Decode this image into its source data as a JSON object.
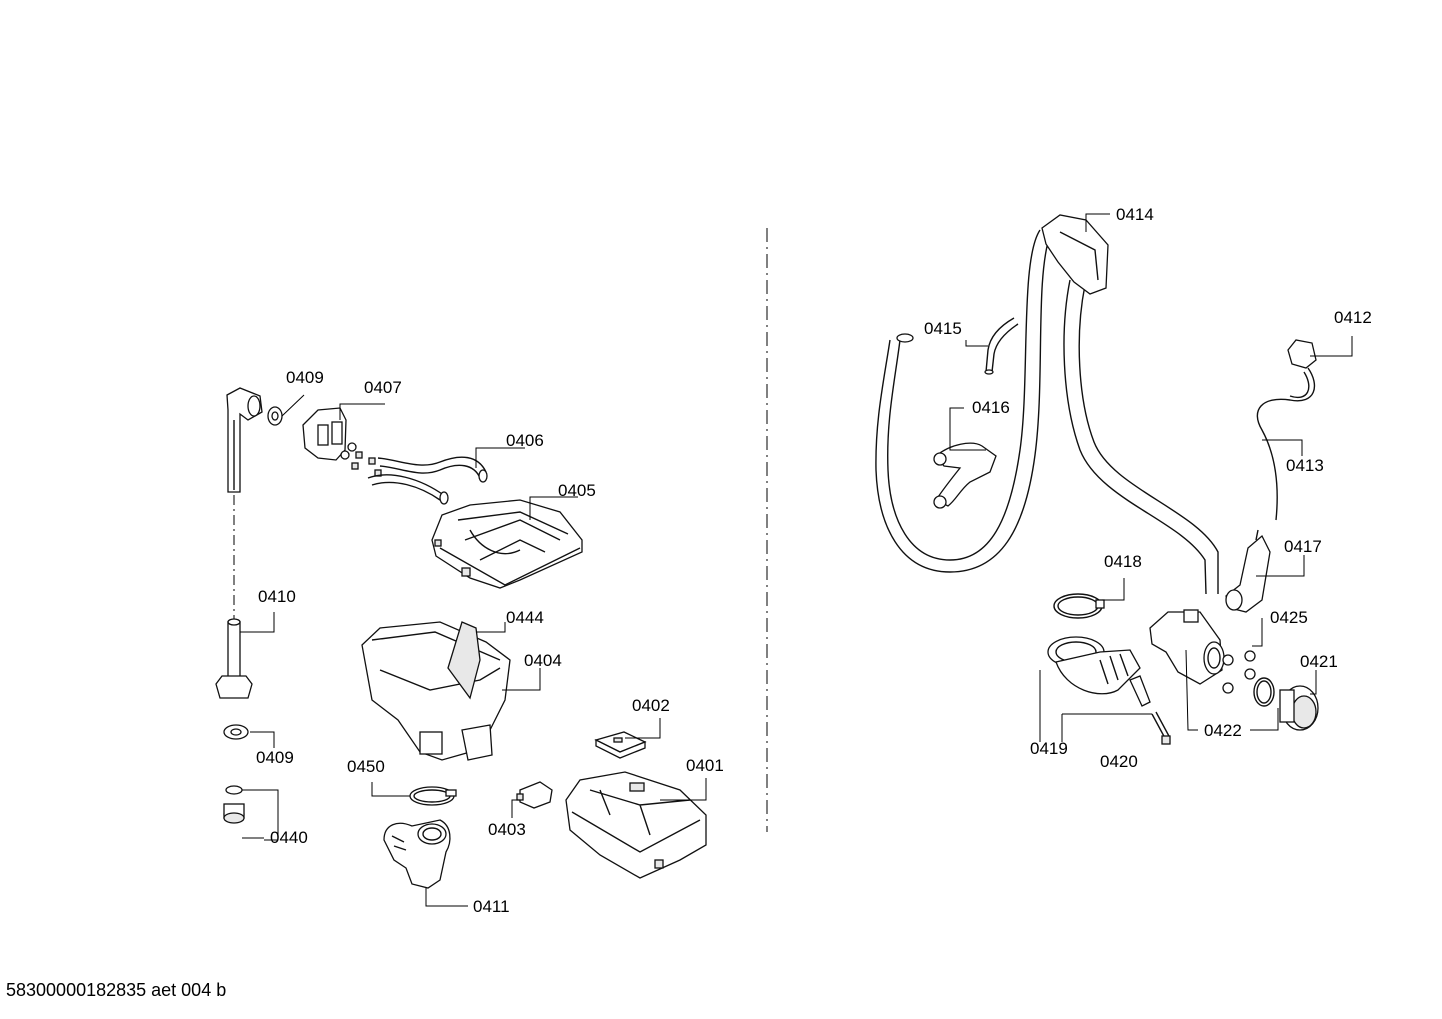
{
  "labels": {
    "l0409a": "0409",
    "l0407": "0407",
    "l0406": "0406",
    "l0405": "0405",
    "l0410": "0410",
    "l0444": "0444",
    "l0404": "0404",
    "l0409b": "0409",
    "l0402": "0402",
    "l0450": "0450",
    "l0401": "0401",
    "l0440": "0440",
    "l0403": "0403",
    "l0411": "0411",
    "l0414": "0414",
    "l0415": "0415",
    "l0412": "0412",
    "l0416": "0416",
    "l0413": "0413",
    "l0417": "0417",
    "l0418": "0418",
    "l0425": "0425",
    "l0421": "0421",
    "l0422": "0422",
    "l0419": "0419",
    "l0420": "0420"
  },
  "footer": {
    "code": "58300000182835 aet 004 b"
  }
}
